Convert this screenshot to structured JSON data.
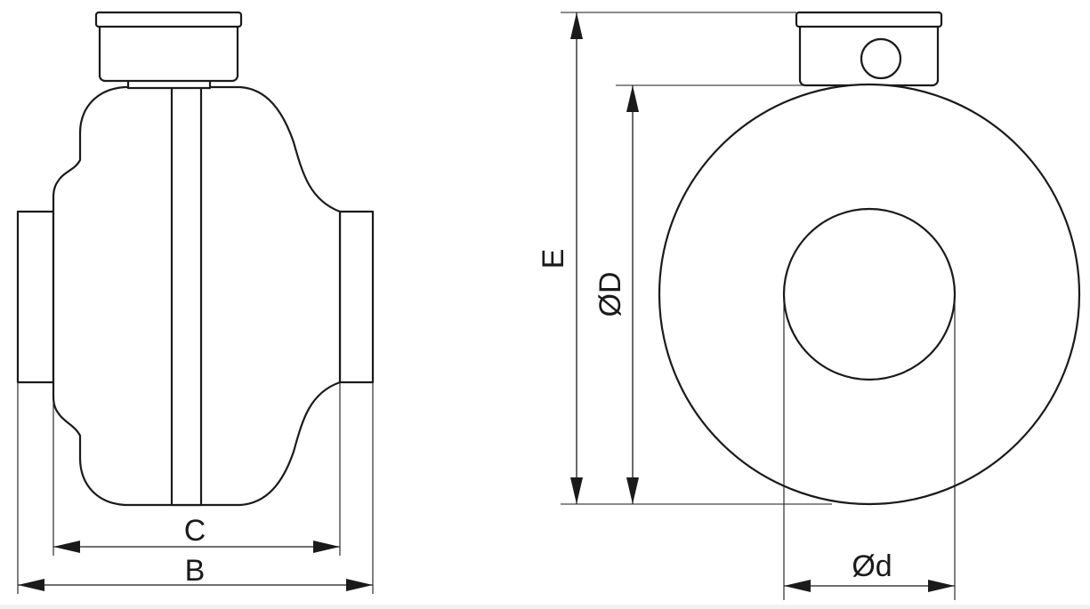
{
  "drawing": {
    "side_view": {
      "labels": {
        "C": "C",
        "B": "B"
      }
    },
    "front_view": {
      "labels": {
        "E": "E",
        "D": "ØD",
        "d": "Ød"
      }
    }
  }
}
